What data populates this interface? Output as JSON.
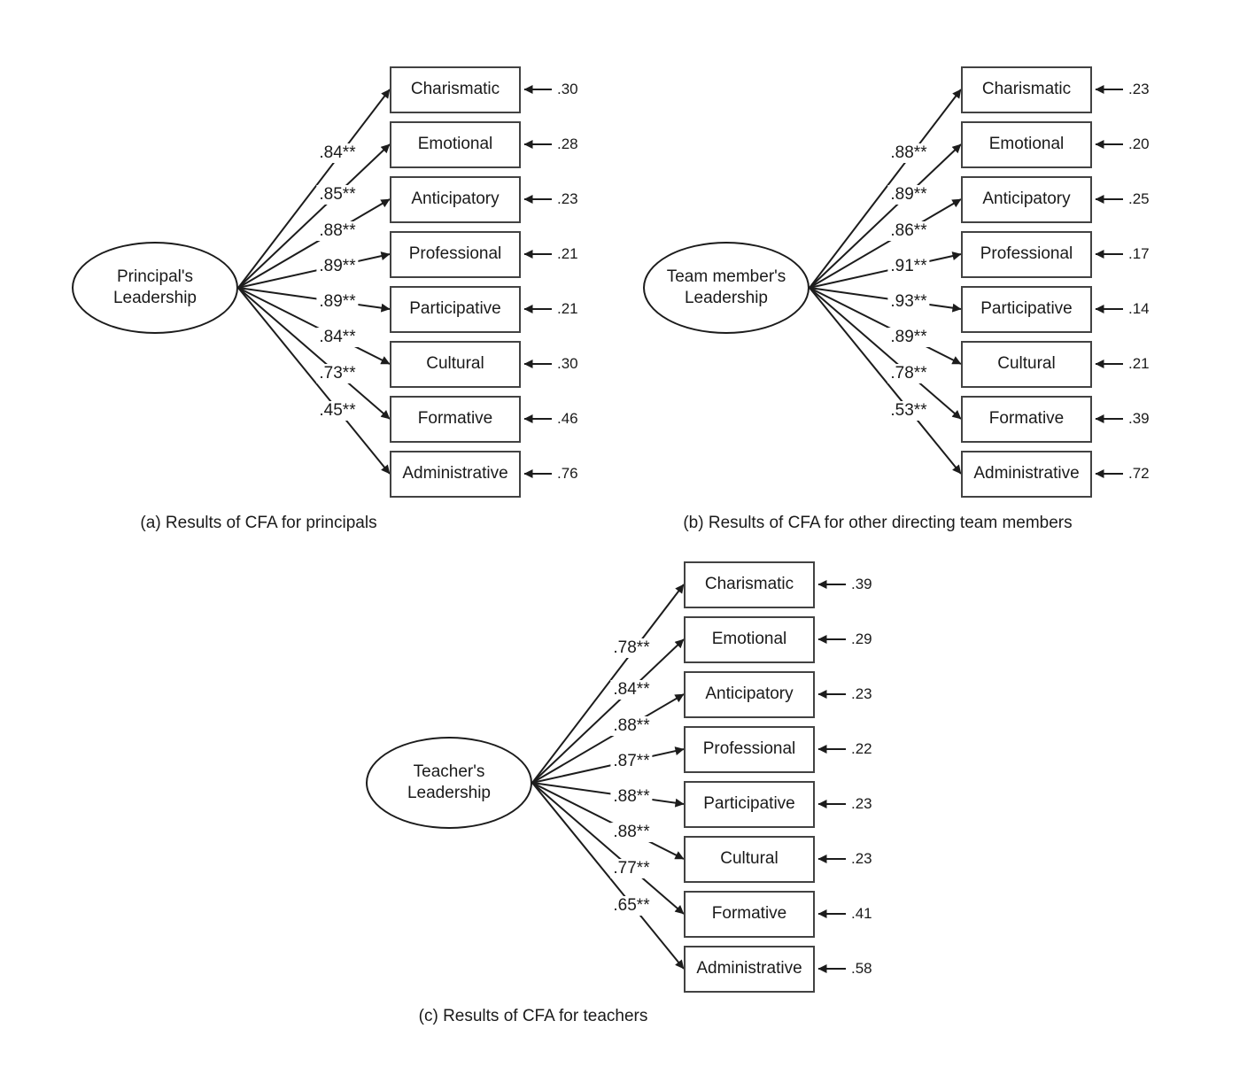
{
  "figure_title": "Results of CFA path diagrams",
  "colors": {
    "background": "#ffffff",
    "line": "#1c1c1c",
    "box_border": "#424242",
    "text": "#1a1a1a"
  },
  "panels": [
    {
      "id": "a",
      "caption": "(a) Results of CFA for principals",
      "latent": {
        "line1": "Principal's",
        "line2": "Leadership"
      },
      "indicators": [
        {
          "label": "Charismatic",
          "loading": ".84**",
          "error": ".30"
        },
        {
          "label": "Emotional",
          "loading": ".85**",
          "error": ".28"
        },
        {
          "label": "Anticipatory",
          "loading": ".88**",
          "error": ".23"
        },
        {
          "label": "Professional",
          "loading": ".89**",
          "error": ".21"
        },
        {
          "label": "Participative",
          "loading": ".89**",
          "error": ".21"
        },
        {
          "label": "Cultural",
          "loading": ".84**",
          "error": ".30"
        },
        {
          "label": "Formative",
          "loading": ".73**",
          "error": ".46"
        },
        {
          "label": "Administrative",
          "loading": ".45**",
          "error": ".76"
        }
      ]
    },
    {
      "id": "b",
      "caption": "(b) Results of CFA for other directing team members",
      "latent": {
        "line1": "Team member's",
        "line2": "Leadership"
      },
      "indicators": [
        {
          "label": "Charismatic",
          "loading": ".88**",
          "error": ".23"
        },
        {
          "label": "Emotional",
          "loading": ".89**",
          "error": ".20"
        },
        {
          "label": "Anticipatory",
          "loading": ".86**",
          "error": ".25"
        },
        {
          "label": "Professional",
          "loading": ".91**",
          "error": ".17"
        },
        {
          "label": "Participative",
          "loading": ".93**",
          "error": ".14"
        },
        {
          "label": "Cultural",
          "loading": ".89**",
          "error": ".21"
        },
        {
          "label": "Formative",
          "loading": ".78**",
          "error": ".39"
        },
        {
          "label": "Administrative",
          "loading": ".53**",
          "error": ".72"
        }
      ]
    },
    {
      "id": "c",
      "caption": "(c) Results of CFA for teachers",
      "latent": {
        "line1": "Teacher's",
        "line2": "Leadership"
      },
      "indicators": [
        {
          "label": "Charismatic",
          "loading": ".78**",
          "error": ".39"
        },
        {
          "label": "Emotional",
          "loading": ".84**",
          "error": ".29"
        },
        {
          "label": "Anticipatory",
          "loading": ".88**",
          "error": ".23"
        },
        {
          "label": "Professional",
          "loading": ".87**",
          "error": ".22"
        },
        {
          "label": "Participative",
          "loading": ".88**",
          "error": ".23"
        },
        {
          "label": "Cultural",
          "loading": ".88**",
          "error": ".23"
        },
        {
          "label": "Formative",
          "loading": ".77**",
          "error": ".41"
        },
        {
          "label": "Administrative",
          "loading": ".65**",
          "error": ".58"
        }
      ]
    }
  ]
}
